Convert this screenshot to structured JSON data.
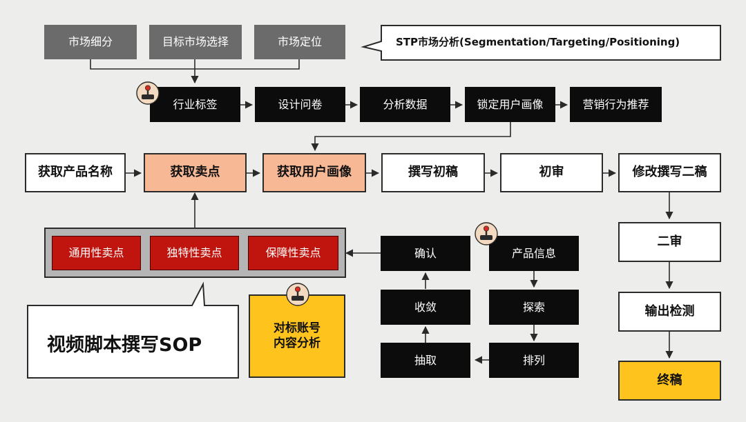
{
  "stp_steps": [
    "市场细分",
    "目标市场选择",
    "市场定位"
  ],
  "stp_callout": "STP市场分析(Segmentation/Targeting/Positioning)",
  "research_steps": [
    "行业标签",
    "设计问卷",
    "分析数据",
    "锁定用户画像",
    "营销行为推荐"
  ],
  "main_steps": [
    "获取产品名称",
    "获取卖点",
    "获取用户画像",
    "撰写初稿",
    "初审",
    "修改撰写二稿"
  ],
  "selling_points": [
    "通用性卖点",
    "独特性卖点",
    "保障性卖点"
  ],
  "left_loop": [
    "确认",
    "收敛",
    "抽取"
  ],
  "right_loop": [
    "产品信息",
    "探索",
    "排列"
  ],
  "benchmark": {
    "line1": "对标账号",
    "line2": "内容分析"
  },
  "review_steps": [
    "二审",
    "输出检测"
  ],
  "final_step": "终稿",
  "title_callout": "视频脚本撰写SOP",
  "colors": {
    "background": "#ededeb",
    "gray_box": "#6b6b6b",
    "black_box": "#0c0c0c",
    "peach_box": "#f7b896",
    "red_box": "#c0150e",
    "yellow_box": "#ffc31e",
    "line": "#2a2a2a"
  },
  "icons": [
    "joystick-icon"
  ]
}
